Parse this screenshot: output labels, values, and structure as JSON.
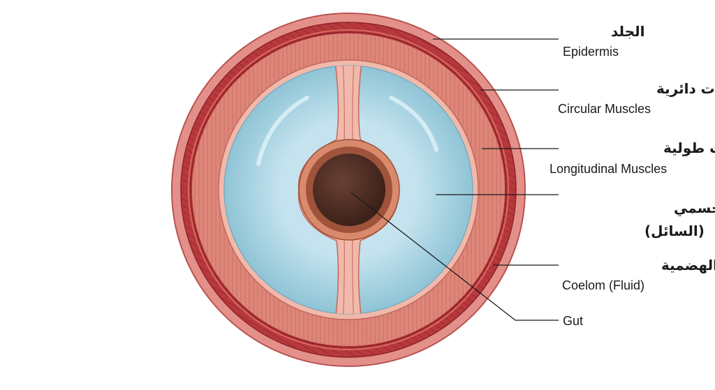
{
  "labels": {
    "epidermis": {
      "ar": "الجلد",
      "en": "Epidermis"
    },
    "circular": {
      "ar": "عضلات دائرية",
      "en": "Circular Muscles"
    },
    "longitudinal": {
      "ar": "عضلات طولية",
      "en": "Longitudinal Muscles"
    },
    "coelom": {
      "ar": "التجويف الجسمي",
      "ar2": "(السائل)"
    },
    "gut": {
      "ar": "القناة الهضمية",
      "en": "Coelom (Fluid)"
    },
    "gut_en": {
      "en": "Gut"
    }
  },
  "colors": {
    "epidermis": "#e4908a",
    "circular_band": "#b8393d",
    "muscle": "#de8779",
    "coelom": "#a9d3e1",
    "gut_wall": "#a0533b",
    "gut_lumen": "#4d2d23"
  }
}
